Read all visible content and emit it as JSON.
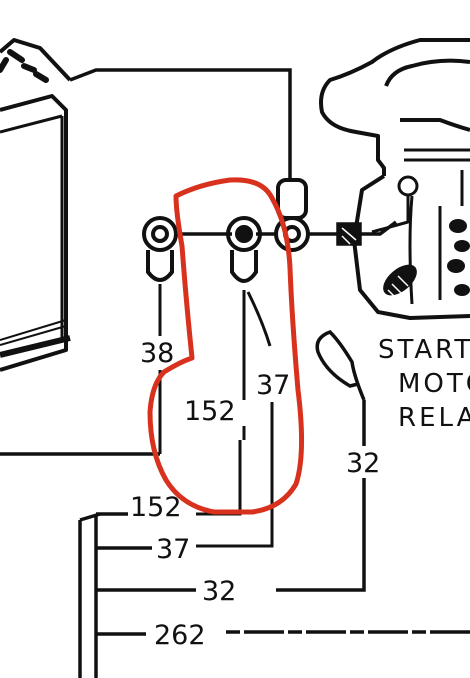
{
  "labels": {
    "w38": "38",
    "w152_upper": "152",
    "w37_upper": "37",
    "w32_right": "32",
    "w152_lower": "152",
    "w37_lower": "37",
    "w32_lower": "32",
    "w262": "262"
  },
  "relay_label": {
    "line1": "START",
    "line2": "MOTO",
    "line3": "RELA"
  },
  "colors": {
    "ink": "#111111",
    "highlight": "#d8321e",
    "background": "#ffffff"
  }
}
